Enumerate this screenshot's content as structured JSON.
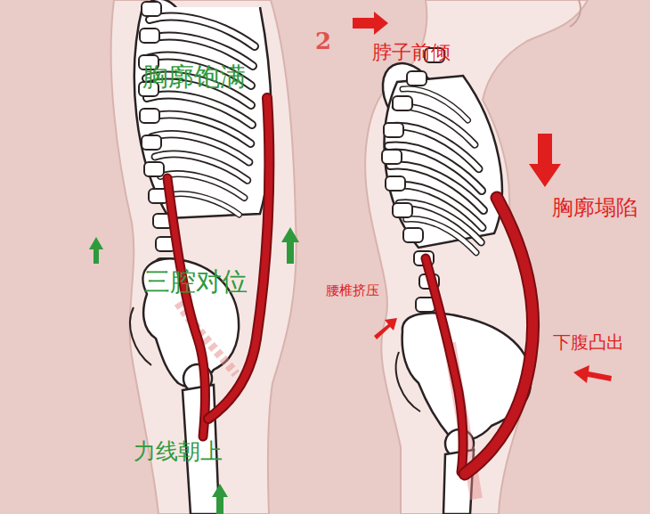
{
  "diagram": {
    "labels": [
      "胸廓饱满",
      "三腔对位",
      "力线朝上",
      "2",
      "脖子前倾",
      "胸廓塌陷",
      "腰椎挤压",
      "下腹凸出"
    ]
  }
}
